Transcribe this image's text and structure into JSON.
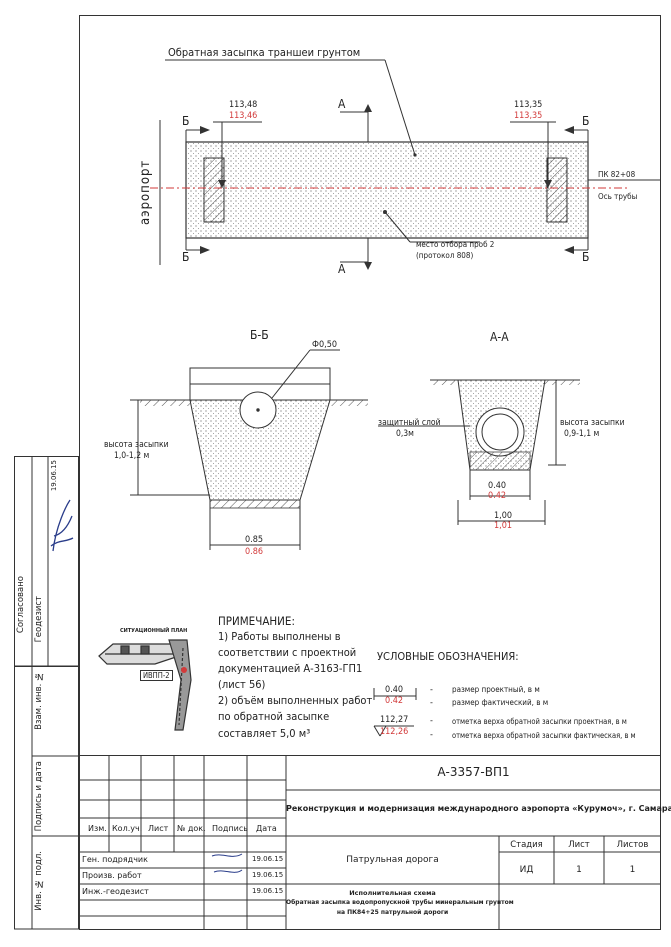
{
  "plan": {
    "backfill_label": "Обратная засыпка траншеи грунтом",
    "airport_label": "аэропорт",
    "section_a": "А",
    "section_b": "Б",
    "left_level_design": "113,48",
    "left_level_actual": "113,46",
    "right_level_design": "113,35",
    "right_level_actual": "113,35",
    "pk_label": "ПК 82+08",
    "axis_label": "Ось трубы",
    "sample_label": "место отбора проб 2",
    "sample_protocol": "(протокол 808)"
  },
  "section_bb": {
    "title": "Б-Б",
    "pipe_dia": "Ф0,50",
    "height_label": "высота засыпки",
    "height_value": "1,0-1,2 м",
    "width_design": "0.85",
    "width_actual": "0.86"
  },
  "section_aa": {
    "title": "А-А",
    "protect_label": "защитный слой",
    "protect_value": "0,3м",
    "height_label": "высота засыпки",
    "height_value": "0,9-1,1 м",
    "inner_design": "0.40",
    "inner_actual": "0.42",
    "outer_design": "1,00",
    "outer_actual": "1,01"
  },
  "notes": {
    "heading": "ПРИМЕЧАНИЕ:",
    "lines": [
      "1) Работы выполнены в",
      "соответствии с проектной",
      "документацией А-3163-ГП1",
      "(лист 56)",
      "2) объём выполненных работ",
      "по обратной засыпке",
      "составляет 5,0 м³"
    ]
  },
  "minimap": {
    "caption": "СИТУАЦИОННЫЙ ПЛАН",
    "tag": "ИВПП-2"
  },
  "legend": {
    "heading": "УСЛОВНЫЕ ОБОЗНАЧЕНИЯ:",
    "dim_design": "0.40",
    "dim_actual": "0.42",
    "dim_design_text": "размер проектный, в м",
    "dim_actual_text": "размер фактический, в м",
    "mark_design": "112,27",
    "mark_actual": "112,26",
    "mark_design_text": "отметка верха обратной засыпки проектная, в м",
    "mark_actual_text": "отметка верха обратной засыпки фактическая, в м"
  },
  "stamp": {
    "code": "А-3357-ВП1",
    "project": "Реконструкция и модернизация международного аэропорта «Курумоч», г. Самара",
    "object": "Патрульная дорога",
    "doc_title_1": "Исполнительная схема",
    "doc_title_2": "Обратная засыпка водопропускной трубы минеральным грунтом",
    "doc_title_3": "на ПК84+25 патрульной дороги",
    "col_headers": [
      "Изм.",
      "Кол.уч.",
      "Лист",
      "№ док.",
      "Подпись",
      "Дата"
    ],
    "roles": [
      {
        "role": "Ген. подрядчик",
        "date": "19.06.15"
      },
      {
        "role": "Произв. работ",
        "date": "19.06.15"
      },
      {
        "role": "Инж.-геодезист",
        "date": "19.06.15"
      }
    ],
    "stage_headers": [
      "Стадия",
      "Лист",
      "Листов"
    ],
    "stage_values": [
      "ИД",
      "1",
      "1"
    ]
  },
  "side": {
    "agreed": "Согласовано",
    "geodesist": "Геодезист",
    "geodesist_date": "19.06.15",
    "inv_replace": "Взам. инв. №",
    "sign_date": "Подпись и дата",
    "inv_orig": "Инв. № подл."
  }
}
